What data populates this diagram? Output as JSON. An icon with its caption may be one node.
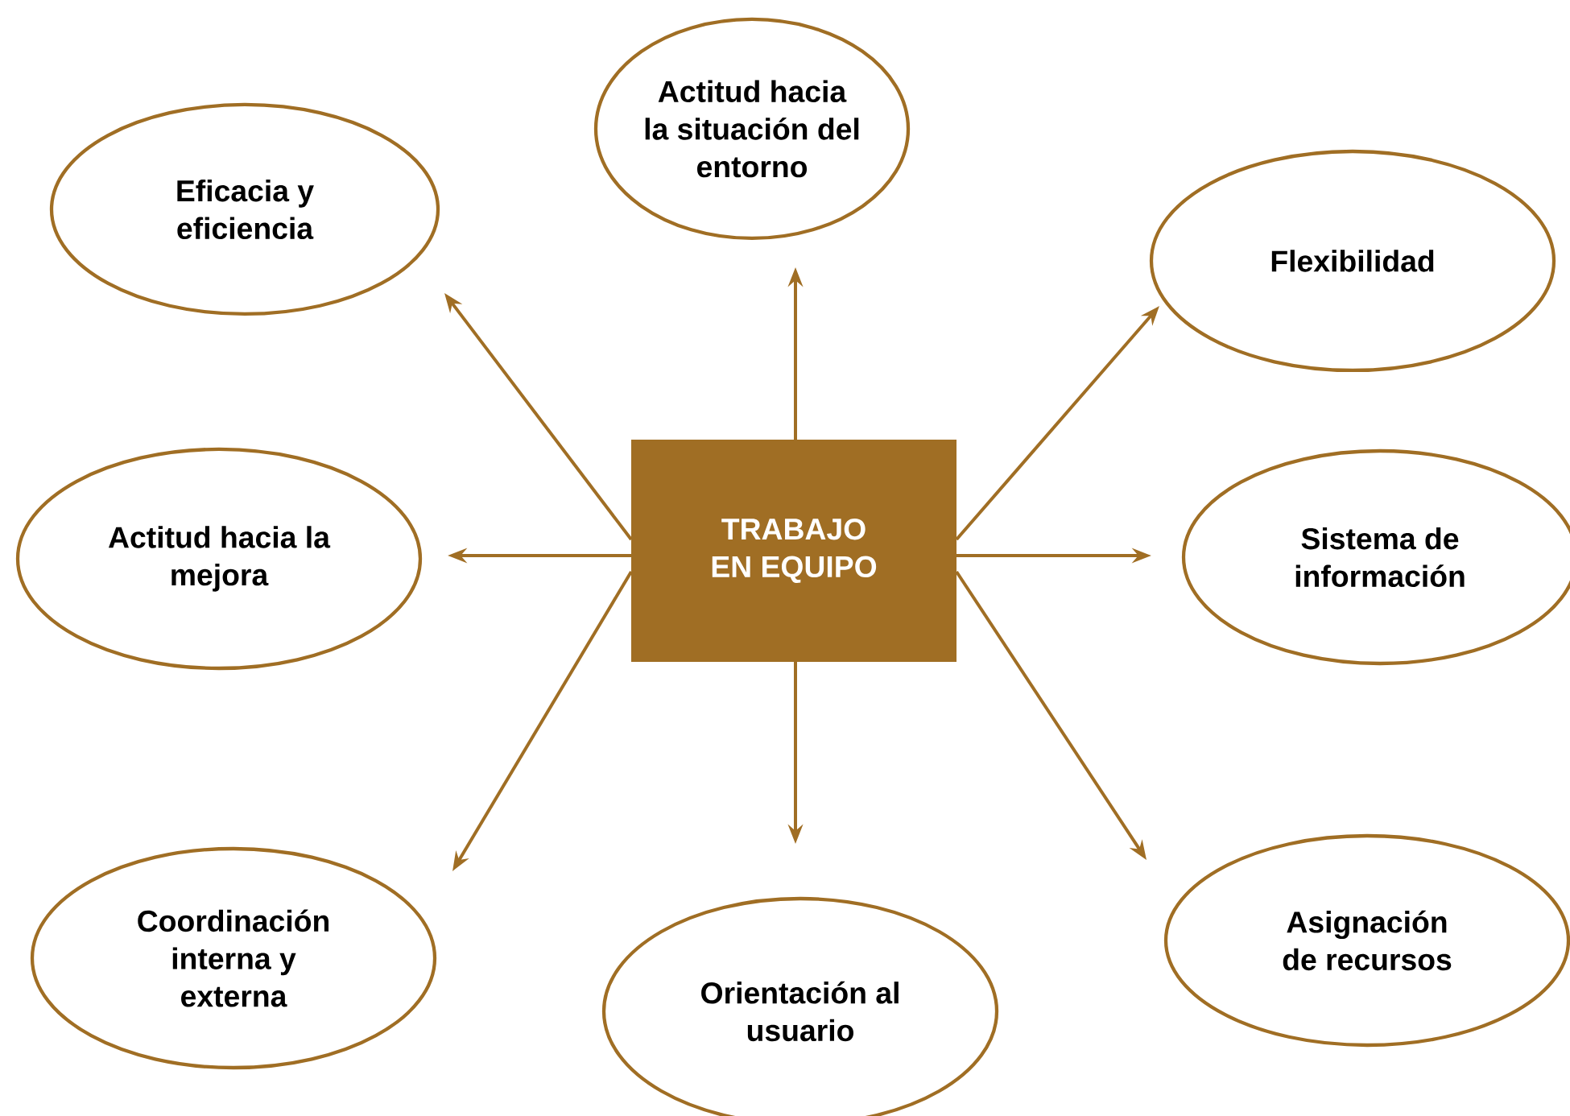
{
  "diagram": {
    "nodes": [
      {
        "text": [
          "TRABAJO EN EQUIPO"
        ]
      },
      {
        "text": [
          "Actitud hacia la situación del entorno"
        ]
      },
      {
        "text": [
          "Eficacia y eficiencia"
        ]
      },
      {
        "text": [
          "Flexibilidad"
        ]
      },
      {
        "text": [
          "Actitud hacia la mejora"
        ]
      },
      {
        "text": [
          "Sistema de información"
        ]
      },
      {
        "text": [
          "Coordinación interna y externa"
        ]
      },
      {
        "text": [
          "Orientación al usuario"
        ]
      },
      {
        "text": [
          "Asignación de recursos"
        ]
      }
    ],
    "edges": [
      {
        "from": 0,
        "to": 1,
        "arrow": "to"
      },
      {
        "from": 0,
        "to": 2,
        "arrow": "to"
      },
      {
        "from": 0,
        "to": 3,
        "arrow": "to"
      },
      {
        "from": 0,
        "to": 4,
        "arrow": "to"
      },
      {
        "from": 0,
        "to": 5,
        "arrow": "to"
      },
      {
        "from": 0,
        "to": 6,
        "arrow": "to"
      },
      {
        "from": 0,
        "to": 7,
        "arrow": "to"
      },
      {
        "from": 0,
        "to": 8,
        "arrow": "to"
      }
    ]
  }
}
